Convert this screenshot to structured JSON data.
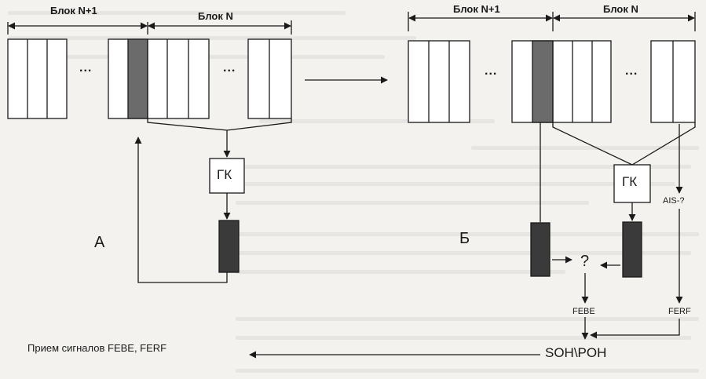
{
  "panel_a": {
    "block_n1_label": "Блок N+1",
    "block_n_label": "Блок N",
    "dots_left": "...",
    "dots_right": "...",
    "gk_label": "ГК",
    "panel_letter": "А"
  },
  "panel_b": {
    "block_n1_label": "Блок N+1",
    "block_n_label": "Блок N",
    "dots_left": "...",
    "dots_right": "...",
    "gk_label": "ГК",
    "panel_letter": "Б",
    "compare_mark": "?",
    "ais_label": "AIS-?",
    "febe_label": "FEBE",
    "ferf_label": "FERF",
    "soh_poh_label": "SOH\\POH"
  },
  "reception_label": "Прием сигналов FEBE, FERF",
  "colors": {
    "line": "#1a1a1a",
    "shaded_cell": "#6b6b6b",
    "dark_cell": "#3a3a3a",
    "cell_fill": "#ffffff"
  }
}
